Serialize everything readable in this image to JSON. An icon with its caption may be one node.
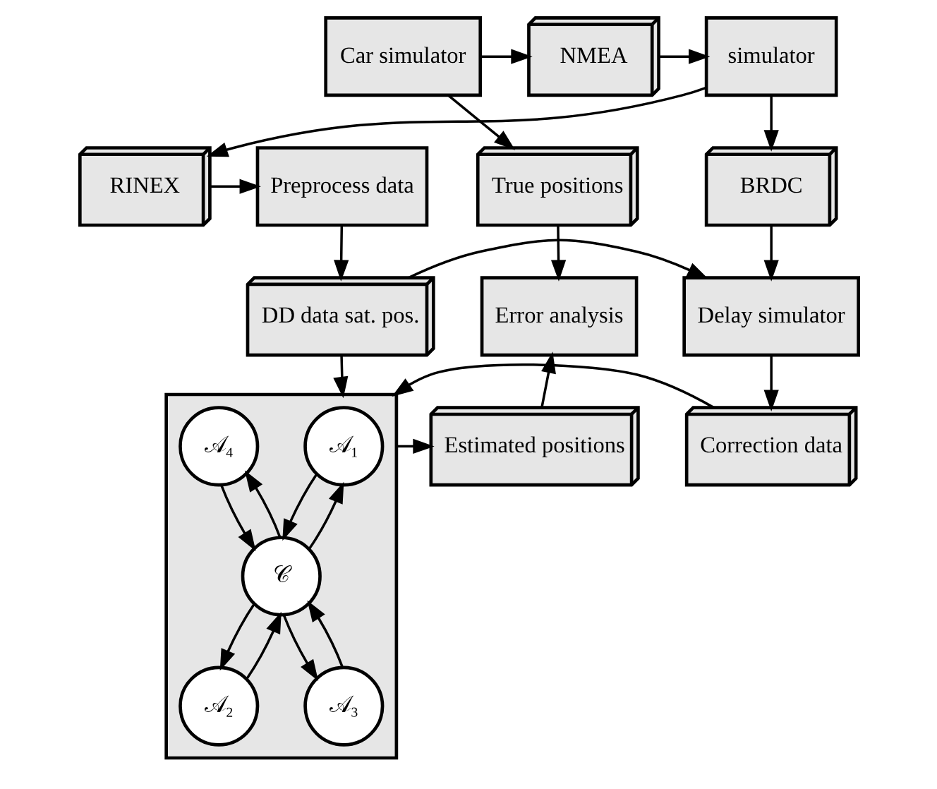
{
  "diagram": {
    "nodes": [
      {
        "text": [
          "Car simulator"
        ]
      },
      {
        "text": [
          "NMEA"
        ]
      },
      {
        "text": [
          "simulator"
        ]
      },
      {
        "text": [
          "True positions"
        ]
      },
      {
        "text": [
          "Preprocess data"
        ]
      },
      {
        "text": [
          "RINEX"
        ]
      },
      {
        "text": [
          "BRDC"
        ]
      },
      {
        "text": [
          "Error analysis"
        ]
      },
      {
        "text": [
          "DD data sat. pos."
        ]
      },
      {
        "text": [
          "Delay simulator"
        ]
      },
      {
        "text": [
          "Estimated positions"
        ]
      },
      {
        "text": [],
        "shape": "box"
      },
      {
        "text": [
          "Correction data"
        ]
      },
      {
        "text": [
          "𝒜₁"
        ],
        "in": 11
      },
      {
        "text": [
          "𝒜₄"
        ],
        "in": 11
      },
      {
        "text": [
          "𝒞"
        ],
        "in": 11
      },
      {
        "text": [
          "𝒜₂"
        ],
        "in": 11
      },
      {
        "text": [
          "𝒜₃"
        ],
        "in": 11
      }
    ],
    "edges": [
      {
        "from": 0,
        "to": 1,
        "arrow": "to"
      },
      {
        "from": 1,
        "to": 2,
        "arrow": "to"
      },
      {
        "from": 2,
        "to": 6,
        "arrow": "to"
      },
      {
        "from": 0,
        "to": 3,
        "arrow": "to"
      },
      {
        "from": 2,
        "to": 5,
        "arrow": "to"
      },
      {
        "from": 5,
        "to": 4,
        "arrow": "to"
      },
      {
        "from": 3,
        "to": 7,
        "arrow": "to"
      },
      {
        "from": 4,
        "to": 8,
        "arrow": "to"
      },
      {
        "from": 6,
        "to": 9,
        "arrow": "to"
      },
      {
        "from": 8,
        "to": 9,
        "arrow": "to"
      },
      {
        "from": 8,
        "to": 11,
        "arrow": "to"
      },
      {
        "from": 9,
        "to": 12,
        "arrow": "to"
      },
      {
        "from": 12,
        "to": 11,
        "arrow": "to"
      },
      {
        "from": 11,
        "to": 10,
        "arrow": "to"
      },
      {
        "from": 10,
        "to": 7,
        "arrow": "to"
      },
      {
        "from": 13,
        "to": 15,
        "arrow": "to"
      },
      {
        "from": 15,
        "to": 13,
        "arrow": "to"
      },
      {
        "from": 14,
        "to": 15,
        "arrow": "to"
      },
      {
        "from": 15,
        "to": 14,
        "arrow": "to"
      },
      {
        "from": 16,
        "to": 15,
        "arrow": "to"
      },
      {
        "from": 15,
        "to": 16,
        "arrow": "to"
      },
      {
        "from": 17,
        "to": 15,
        "arrow": "to"
      },
      {
        "from": 15,
        "to": 17,
        "arrow": "to"
      }
    ]
  }
}
